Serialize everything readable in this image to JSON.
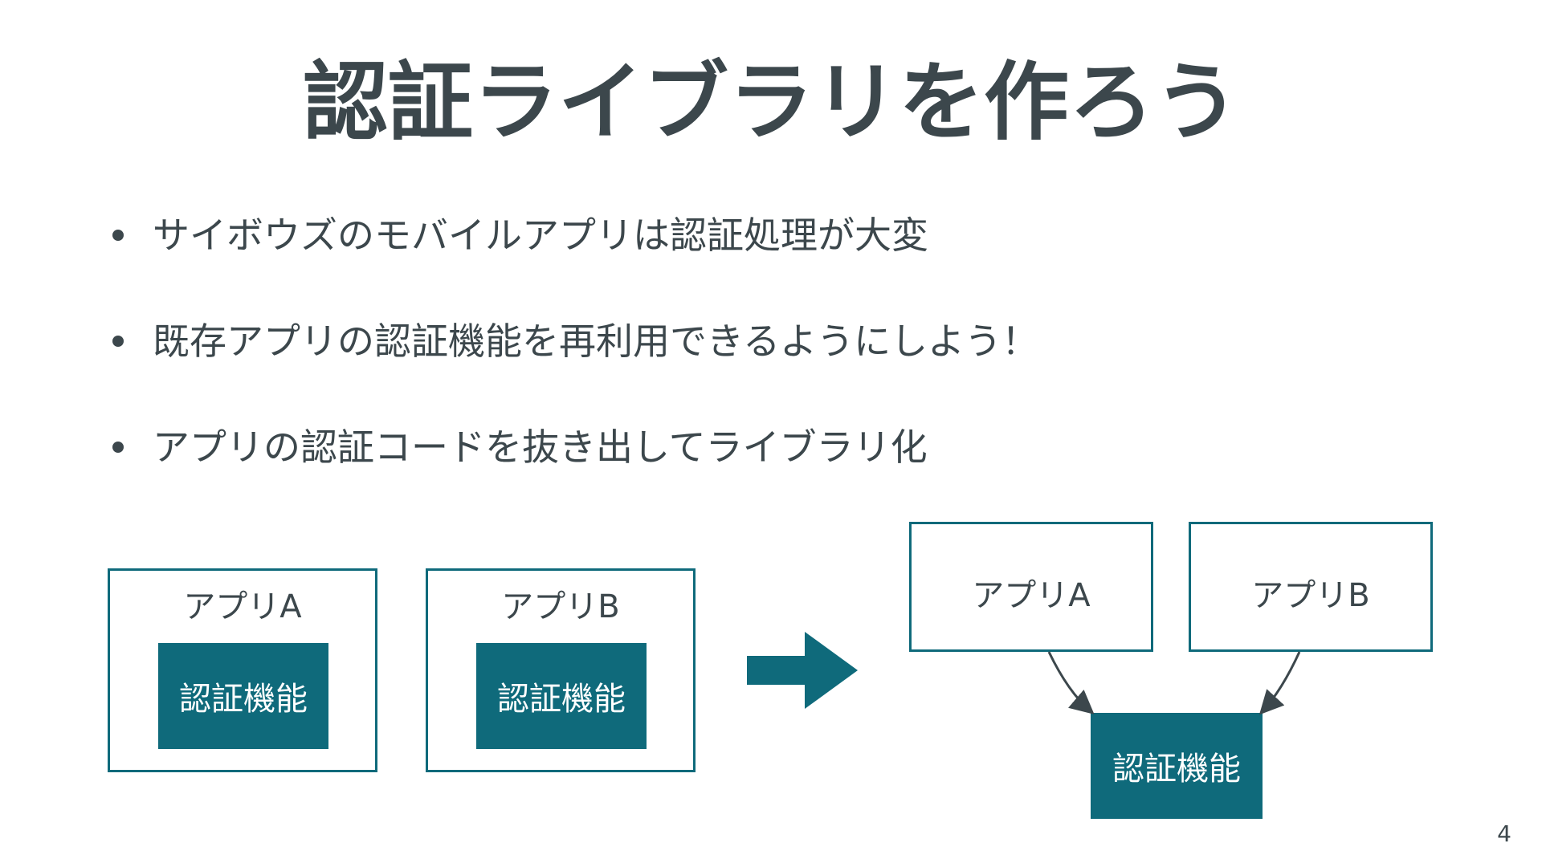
{
  "slide": {
    "title": "認証ライブラリを作ろう",
    "bullets": [
      "サイボウズのモバイルアプリは認証処理が大変",
      "既存アプリの認証機能を再利用できるようにしよう！",
      "アプリの認証コードを抜き出してライブラリ化"
    ],
    "page_number": "4"
  },
  "diagram": {
    "before": {
      "app_a_label": "アプリA",
      "app_b_label": "アプリB",
      "auth_label_a": "認証機能",
      "auth_label_b": "認証機能"
    },
    "after": {
      "app_a_label": "アプリA",
      "app_b_label": "アプリB",
      "auth_label": "認証機能"
    },
    "colors": {
      "accent": "#0f6a7b",
      "text": "#3c474c",
      "connector": "#3c474c"
    }
  }
}
